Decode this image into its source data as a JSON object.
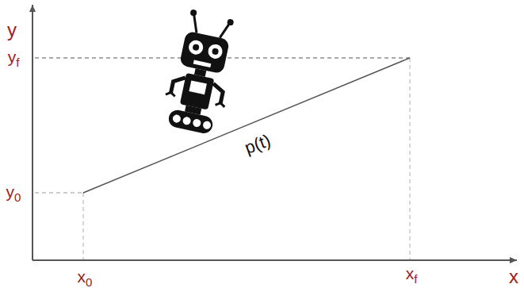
{
  "diagram": {
    "labels": [
      "y",
      "yf",
      "y0",
      "p(t)",
      "x0",
      "xf",
      "x"
    ]
  }
}
